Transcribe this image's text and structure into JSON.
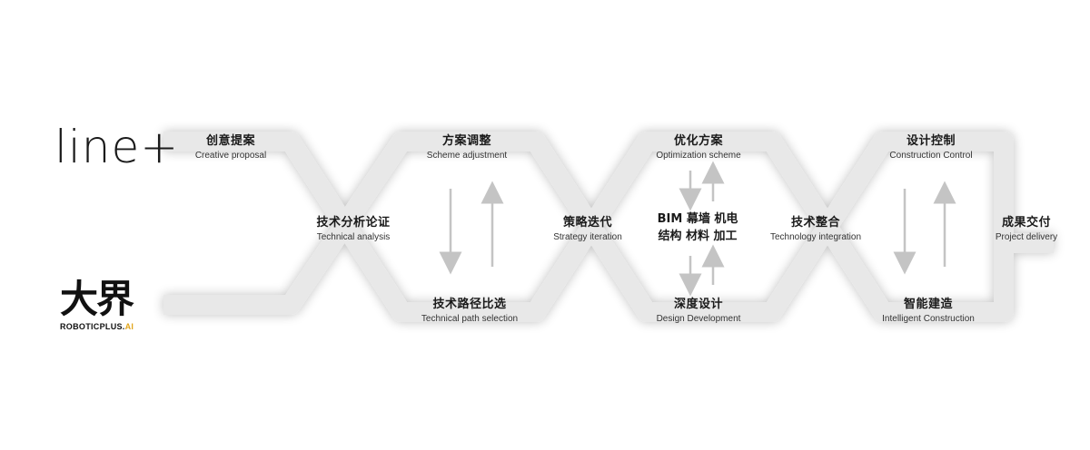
{
  "logos": {
    "line_plus": "line+",
    "robotic_cn": "大界",
    "robotic_en_main": "ROBOTICPLUS.",
    "robotic_en_ai": "AI",
    "ai_color": "#e2a51b"
  },
  "nodes": {
    "creative_proposal": {
      "zh": "创意提案",
      "en": "Creative proposal"
    },
    "technical_analysis": {
      "zh": "技术分析论证",
      "en": "Technical analysis"
    },
    "scheme_adjustment": {
      "zh": "方案调整",
      "en": "Scheme adjustment"
    },
    "technical_path_selection": {
      "zh": "技术路径比选",
      "en": "Technical path selection"
    },
    "strategy_iteration": {
      "zh": "策略迭代",
      "en": "Strategy iteration"
    },
    "optimization_scheme": {
      "zh": "优化方案",
      "en": "Optimization scheme"
    },
    "design_development": {
      "zh": "深度设计",
      "en": "Design Development"
    },
    "technology_integration": {
      "zh": "技术整合",
      "en": "Technology integration"
    },
    "construction_control": {
      "zh": "设计控制",
      "en": "Construction Control"
    },
    "intelligent_construction": {
      "zh": "智能建造",
      "en": "Intelligent Construction"
    },
    "project_delivery": {
      "zh": "成果交付",
      "en": "Project delivery"
    }
  },
  "center": {
    "line1": "BIM 幕墙 机电",
    "line2": "结构 材料 加工"
  },
  "colors": {
    "band": "#e8e8e8",
    "arrow": "#c4c4c4",
    "text": "#1a1a1a"
  }
}
